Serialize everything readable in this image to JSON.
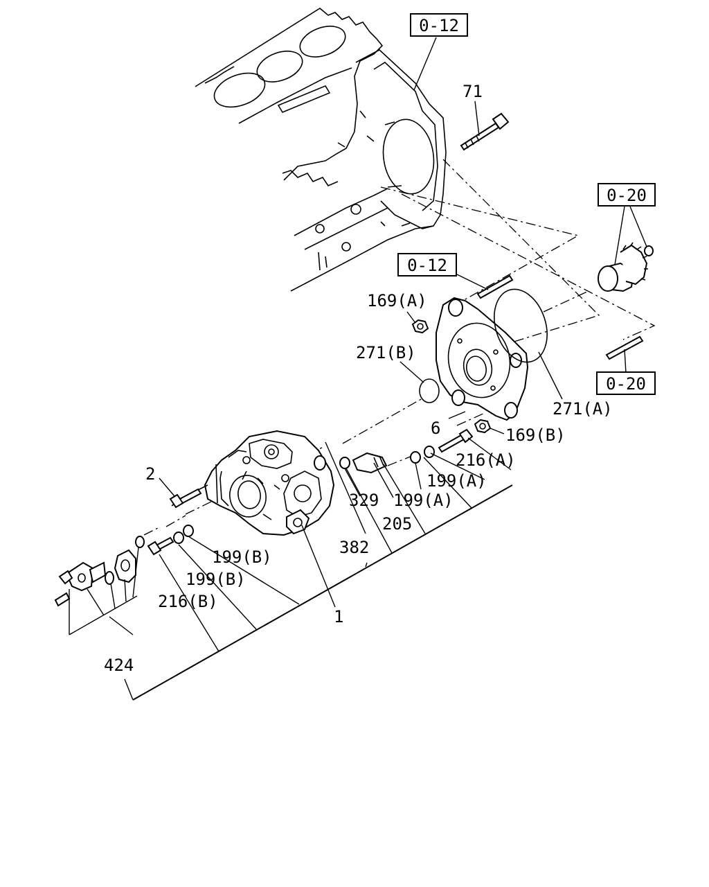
{
  "diagram": {
    "refs": {
      "r1": "0-12",
      "r2": "0-20",
      "r3": "0-12",
      "r4": "0-20"
    },
    "labels": {
      "l71": "71",
      "l169a": "169(A)",
      "l271b": "271(B)",
      "l6": "6",
      "l271a": "271(A)",
      "l169b": "169(B)",
      "l216a": "216(A)",
      "l199a1": "199(A)",
      "l199a2": "199(A)",
      "l2": "2",
      "l329": "329",
      "l205": "205",
      "l382": "382",
      "l199b1": "199(B)",
      "l199b2": "199(B)",
      "l216b": "216(B)",
      "l1": "1",
      "l424": "424"
    }
  }
}
